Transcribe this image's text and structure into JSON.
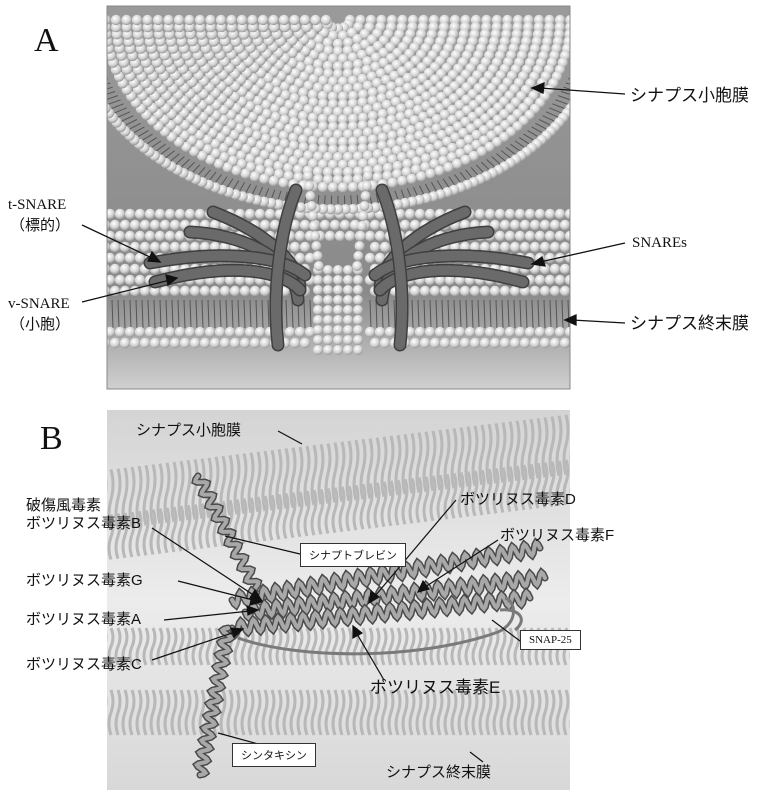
{
  "panel_a": {
    "letter": "A",
    "labels": {
      "vesicle_membrane": "シナプス小胞膜",
      "snares": "SNAREs",
      "terminal_membrane": "シナプス終末膜",
      "t_snare_line1": "t-SNARE",
      "t_snare_line2": "（標的）",
      "v_snare_line1": "v-SNARE",
      "v_snare_line2": "（小胞）"
    },
    "colors": {
      "background": "#8e8e8e",
      "lipid_head": "#d6d6d6",
      "snare": "#6a6a6a"
    }
  },
  "panel_b": {
    "letter": "B",
    "labels": {
      "vesicle_membrane": "シナプス小胞膜",
      "terminal_membrane": "シナプス終末膜",
      "tetanus_line1": "破傷風毒素",
      "tetanus_line2": "ボツリヌス毒素B",
      "bot_g": "ボツリヌス毒素G",
      "bot_a": "ボツリヌス毒素A",
      "bot_c": "ボツリヌス毒素C",
      "bot_d": "ボツリヌス毒素D",
      "bot_f": "ボツリヌス毒素F",
      "bot_e": "ボツリヌス毒素E",
      "synaptobrevin": "シナプトブレビン",
      "snap25": "SNAP-25",
      "syntaxin": "シンタキシン"
    },
    "colors": {
      "background": "#e4e4e4",
      "membrane": "#c4c4c4",
      "helix": "#8a8a8a"
    }
  }
}
